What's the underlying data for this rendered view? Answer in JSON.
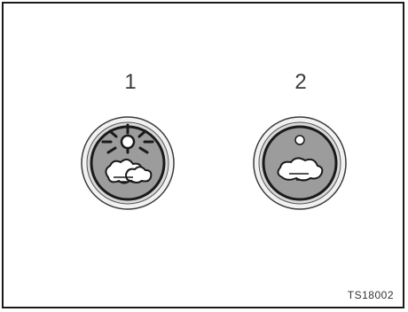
{
  "figure": {
    "labels": {
      "indicator_1": "1",
      "indicator_2": "2"
    },
    "code": "TS18002"
  },
  "indicators": [
    {
      "number": "1",
      "icon": "sun-over-clouds-icon"
    },
    {
      "number": "2",
      "icon": "dot-over-cloud-icon"
    }
  ],
  "colors": {
    "outline": "#1a1a1a",
    "fill": "#9c9c9c",
    "ring": "#d8d8d8"
  }
}
